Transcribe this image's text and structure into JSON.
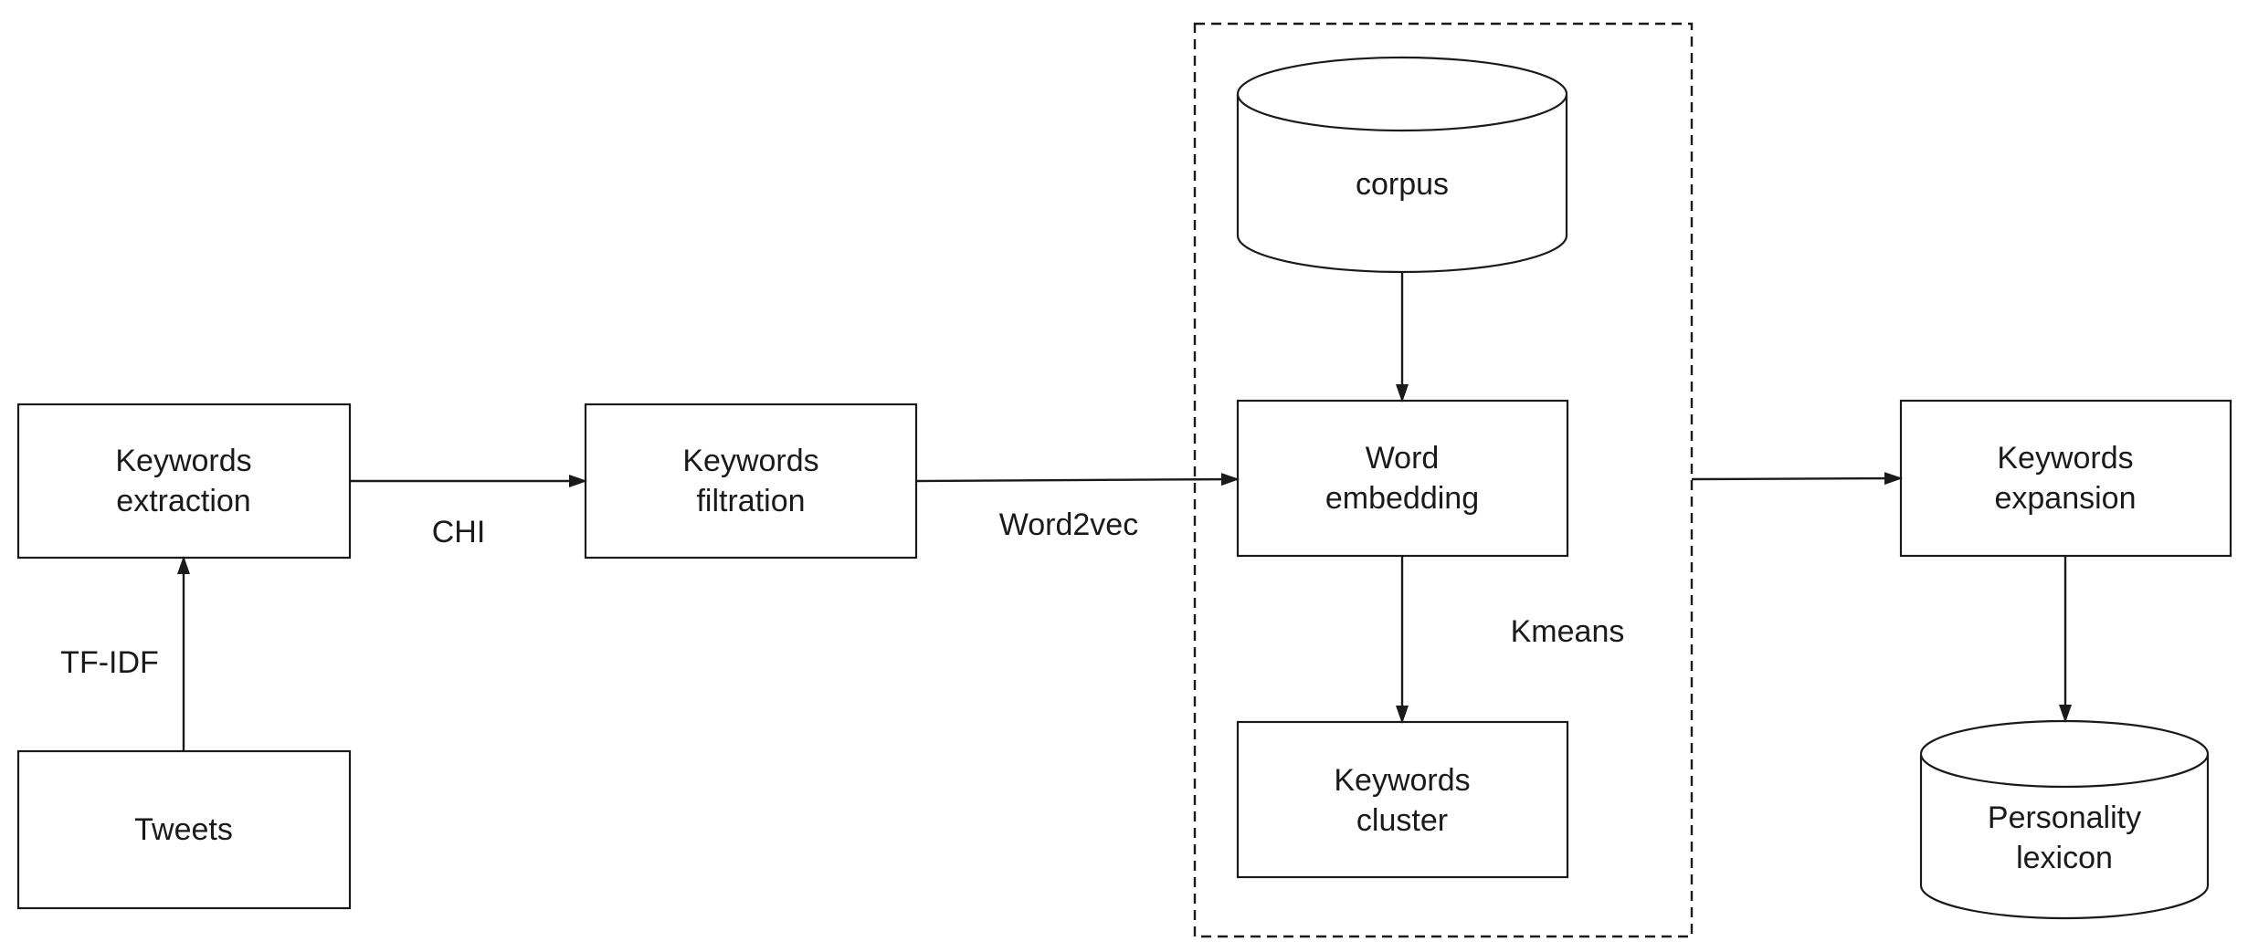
{
  "nodes": {
    "keywords_extraction": [
      "Keywords",
      "extraction"
    ],
    "keywords_filtration": [
      "Keywords",
      "filtration"
    ],
    "tweets": [
      "Tweets"
    ],
    "corpus": [
      "corpus"
    ],
    "word_embedding": [
      "Word",
      "embedding"
    ],
    "keywords_cluster": [
      "Keywords",
      "cluster"
    ],
    "keywords_expansion": [
      "Keywords",
      "expansion"
    ],
    "personality_lexicon": [
      "Personality",
      "lexicon"
    ]
  },
  "edge_labels": {
    "chi": "CHI",
    "tfidf": "TF-IDF",
    "word2vec": "Word2vec",
    "kmeans": "Kmeans"
  }
}
